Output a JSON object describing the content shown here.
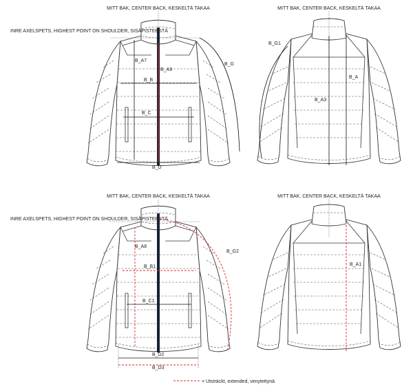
{
  "labels": {
    "center_back": "MITT BAK, CENTER BACK, KESKELTÄ TAKAA",
    "shoulder_point": "INRE AXELSPETS, HIGHEST POINT ON SHOULDER, SISÄPISTEESTÄ",
    "legend": "= Utsträckt, extended, venytettynä"
  },
  "front_top": {
    "a7": "B_A7",
    "a9": "B_A9",
    "g": "B_G",
    "b": "B_B",
    "c": "B_C",
    "d": "B_D"
  },
  "back_top": {
    "g1": "B_G1",
    "a": "B_A",
    "a3": "B_A3"
  },
  "front_bottom": {
    "a8": "B_A8",
    "g2": "B_G2",
    "b1": "B_B1",
    "c1": "B_C1",
    "d2": "B_D2",
    "d3": "B_D3"
  },
  "back_bottom": {
    "a1": "B_A1"
  },
  "colors": {
    "extended": "#e0262a",
    "zip": "#1a2233",
    "outline": "#333333"
  }
}
